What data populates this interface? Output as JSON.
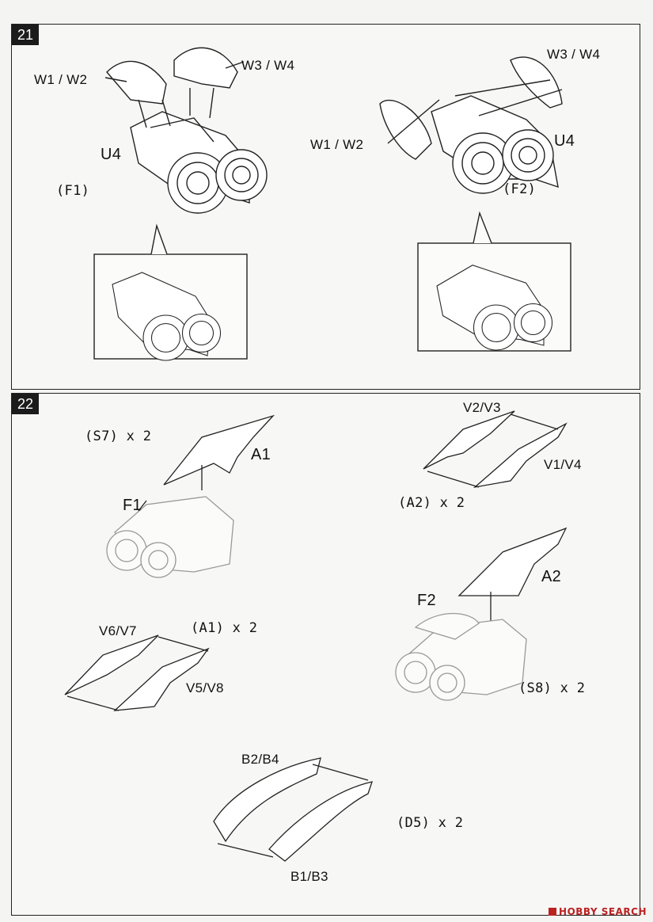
{
  "step21": {
    "number": "21",
    "variant_left": "(F1)",
    "variant_right": "(F2)",
    "labels": {
      "w1w2_left": "W1 / W2",
      "w3w4_left": "W3 / W4",
      "u4_left": "U4",
      "w3w4_right": "W3 / W4",
      "w1w2_right": "W1 / W2",
      "u4_right": "U4"
    }
  },
  "step22": {
    "number": "22",
    "sections": {
      "s7": "(S7) x 2",
      "a2_qty": "(A2) x 2",
      "a1_qty": "(A1) x 2",
      "s8": "(S8) x 2",
      "d5": "(D5) x 2"
    },
    "labels": {
      "a1": "A1",
      "f1": "F1",
      "v2v3": "V2/V3",
      "v1v4": "V1/V4",
      "v6v7": "V6/V7",
      "v5v8": "V5/V8",
      "a2": "A2",
      "f2": "F2",
      "b2b4": "B2/B4",
      "b1b3": "B1/B3"
    }
  },
  "watermark": "HOBBY SEARCH"
}
